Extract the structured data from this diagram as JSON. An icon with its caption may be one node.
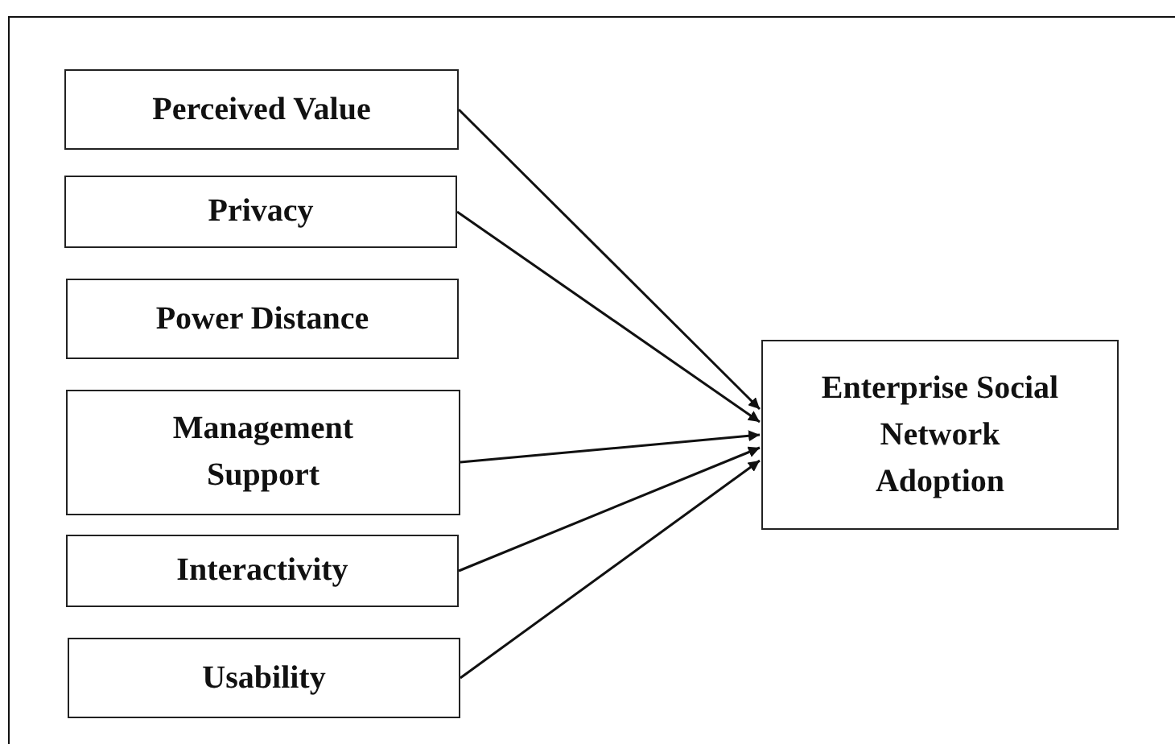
{
  "diagram": {
    "nodes": [
      {
        "text": [
          "Perceived Value"
        ]
      },
      {
        "text": [
          "Privacy"
        ]
      },
      {
        "text": [
          "Power Distance"
        ]
      },
      {
        "text": [
          "Management Support"
        ]
      },
      {
        "text": [
          "Interactivity"
        ]
      },
      {
        "text": [
          "Usability"
        ]
      },
      {
        "text": [
          "Enterprise Social Network Adoption"
        ]
      }
    ],
    "edges": [
      {
        "from": 0,
        "to": 6,
        "arrow": "to"
      },
      {
        "from": 1,
        "to": 6,
        "arrow": "to"
      },
      {
        "from": 3,
        "to": 6,
        "arrow": "to"
      },
      {
        "from": 4,
        "to": 6,
        "arrow": "to"
      },
      {
        "from": 5,
        "to": 6,
        "arrow": "to"
      }
    ]
  }
}
